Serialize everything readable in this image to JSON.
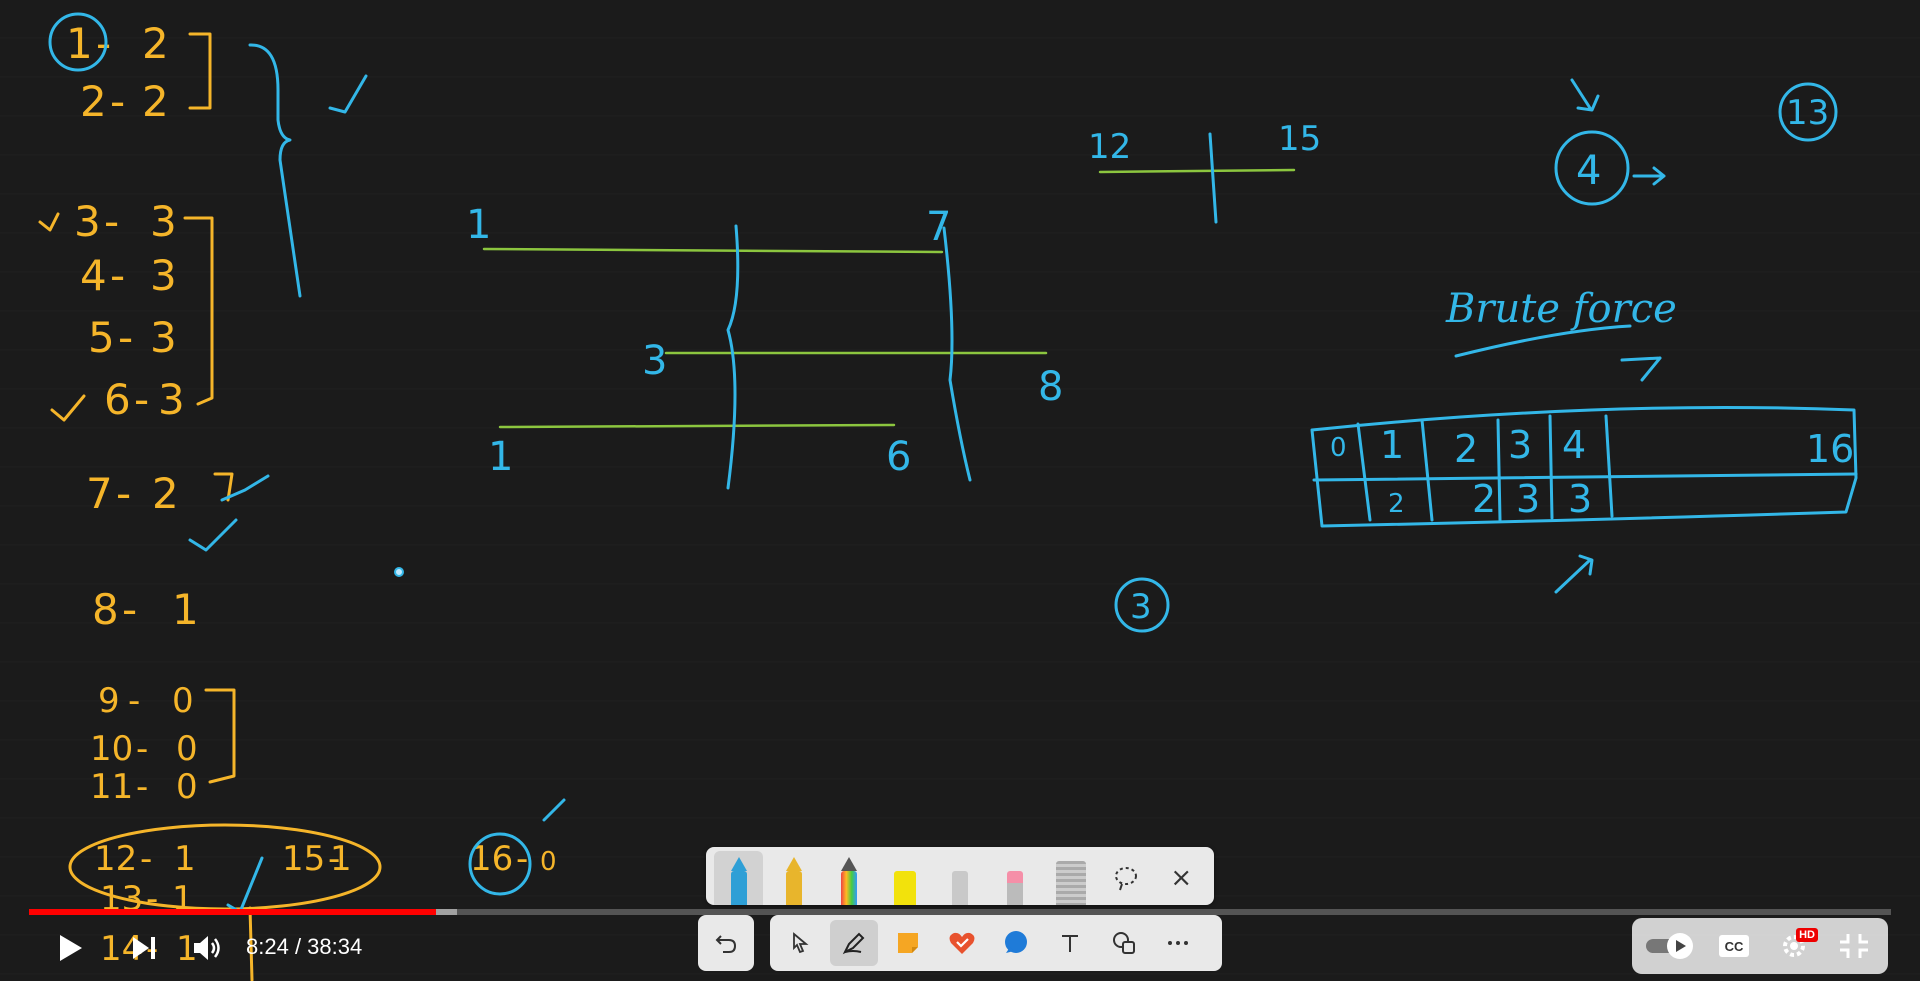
{
  "board": {
    "yellow_list": [
      {
        "n": "1",
        "v": "2"
      },
      {
        "n": "2",
        "v": "2"
      },
      {
        "n": "3",
        "v": "3"
      },
      {
        "n": "4",
        "v": "3"
      },
      {
        "n": "5",
        "v": "3"
      },
      {
        "n": "6",
        "v": "3"
      },
      {
        "n": "7",
        "v": "2"
      },
      {
        "n": "8",
        "v": "1"
      },
      {
        "n": "9",
        "v": "0"
      },
      {
        "n": "10",
        "v": "0"
      },
      {
        "n": "11",
        "v": "0"
      },
      {
        "n": "12",
        "v": "1"
      },
      {
        "n": "13",
        "v": "1"
      },
      {
        "n": "14",
        "v": "1"
      },
      {
        "n": "15",
        "v": "1"
      },
      {
        "n": "16",
        "v": "0"
      }
    ],
    "interval_labels": {
      "a_start": "1",
      "a_end": "7",
      "b_start": "3",
      "b_end": "8",
      "c_start": "1",
      "c_end": "6",
      "d_start": "12",
      "d_end": "15"
    },
    "circled": [
      "4",
      "13",
      "3"
    ],
    "title_note": "Brute force",
    "table": {
      "top": [
        "0",
        "1",
        "2",
        "3",
        "4",
        "16"
      ],
      "bottom": [
        "2",
        "2",
        "3",
        "3"
      ]
    }
  },
  "pen_tray": {
    "tools": [
      "blue-pen",
      "yellow-pen",
      "rainbow-pen",
      "highlighter",
      "spray",
      "eraser",
      "ruler",
      "lasso-select",
      "close"
    ],
    "close_icon": "×"
  },
  "toolbar": {
    "undo": "undo-icon",
    "tools": [
      "select",
      "pen",
      "sticky-note",
      "stamp",
      "comment",
      "text",
      "shapes",
      "more"
    ]
  },
  "player": {
    "current_time": "8:24",
    "duration": "38:34",
    "time_sep": " / ",
    "progress_fraction": 0.2184,
    "buffer_fraction": 0.2297,
    "cc_label": "CC",
    "hd_label": "HD",
    "colors": {
      "progress": "#ff0000",
      "ink_yellow": "#f5b52a",
      "ink_blue": "#33b7e8",
      "ink_green": "#8cc63f"
    }
  }
}
